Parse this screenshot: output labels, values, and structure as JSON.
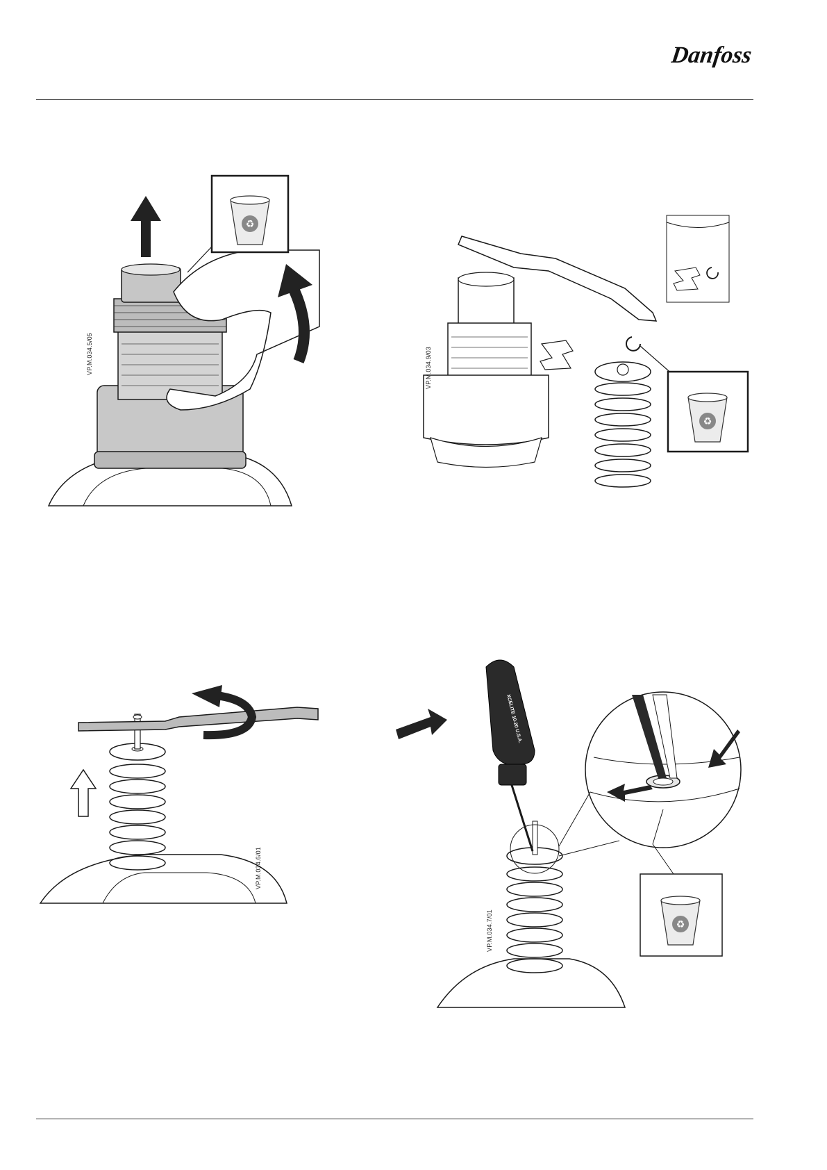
{
  "header": {
    "brand": "Danfoss"
  },
  "figures": [
    {
      "id": "fig1",
      "ref_code": "VP.M.034.5/05",
      "icon": "recycle-bin-icon"
    },
    {
      "id": "fig2",
      "ref_code": "VP.M.034.9/03",
      "icon": "recycle-bin-icon"
    },
    {
      "id": "fig3",
      "ref_code": "VP.M.034.6/01"
    },
    {
      "id": "fig4",
      "ref_code": "VP.M.034.7/01",
      "icon": "recycle-bin-icon",
      "tool_print": "XCELITE 10-20 U.S.A."
    }
  ],
  "colors": {
    "line": "#1a1a1a",
    "body_grey": "#c8c8c8",
    "light_grey": "#e6e6e6",
    "arrow": "#222222"
  }
}
